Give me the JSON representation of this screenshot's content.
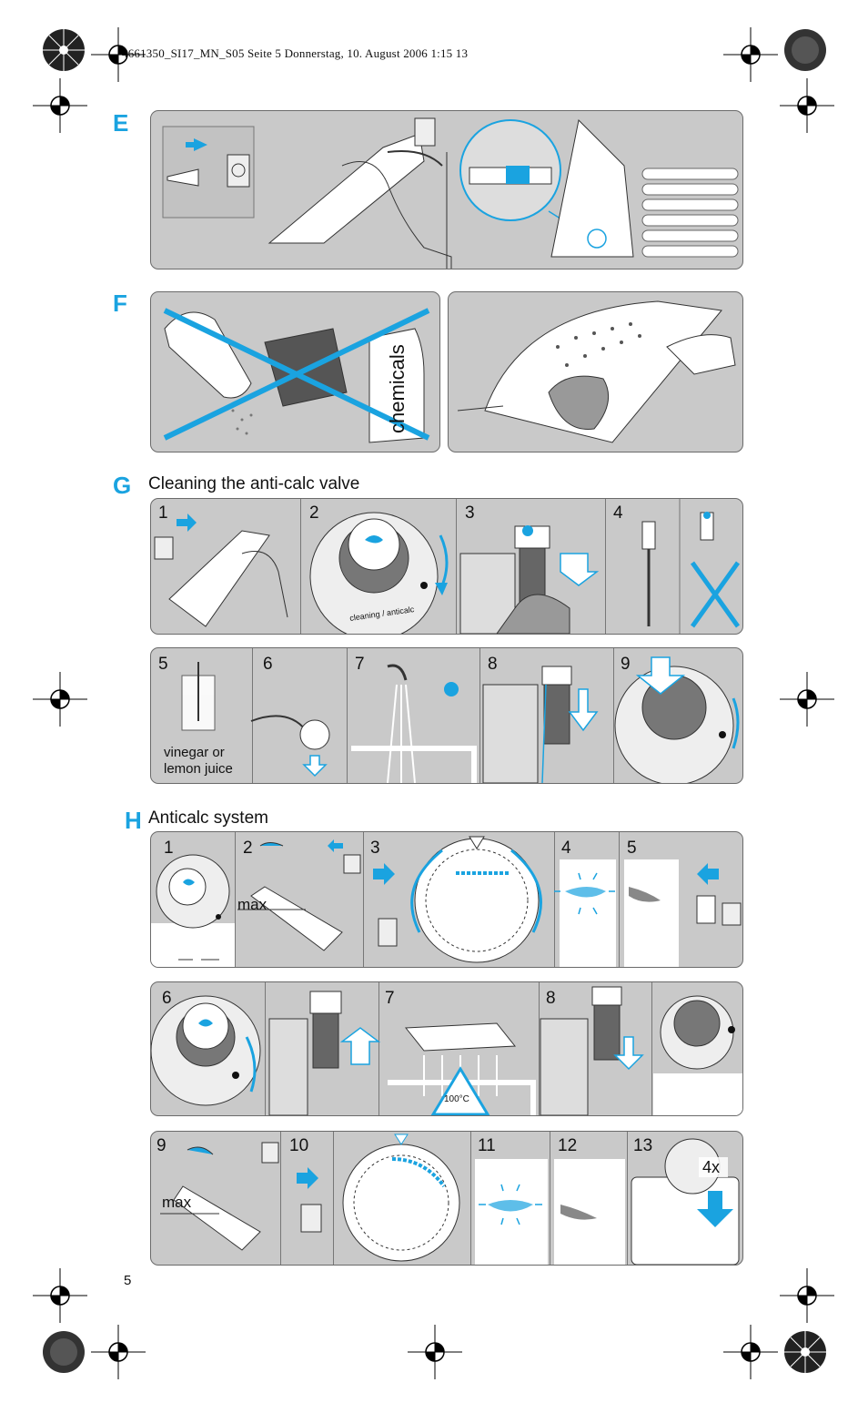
{
  "header": {
    "file_line": "4661350_SI17_MN_S05  Seite 5  Donnerstag, 10. August 2006  1:15 13"
  },
  "sections": {
    "E": {
      "letter": "E"
    },
    "F": {
      "letter": "F",
      "bottle_label": "chemicals"
    },
    "G": {
      "letter": "G",
      "title": "Cleaning the anti-calc valve",
      "row1_steps": [
        "1",
        "2",
        "3",
        "4"
      ],
      "row2_steps": [
        "5",
        "6",
        "7",
        "8",
        "9"
      ],
      "step5_caption_line1": "vinegar or",
      "step5_caption_line2": "lemon juice",
      "dial_label": "cleaning / anticalc"
    },
    "H": {
      "letter": "H",
      "title": "Anticalc system",
      "row1_steps": [
        "1",
        "2",
        "3",
        "4",
        "5"
      ],
      "row2_steps": [
        "6",
        "7",
        "8"
      ],
      "row3_steps": [
        "9",
        "10",
        "11",
        "12",
        "13"
      ],
      "max_label": "max",
      "warning_temp": "100°C",
      "repeat_badge": "4x"
    }
  },
  "page_number": "5",
  "colors": {
    "accent": "#1aa3e0",
    "panel": "#c9c9c9",
    "border": "#6a6a6a"
  }
}
